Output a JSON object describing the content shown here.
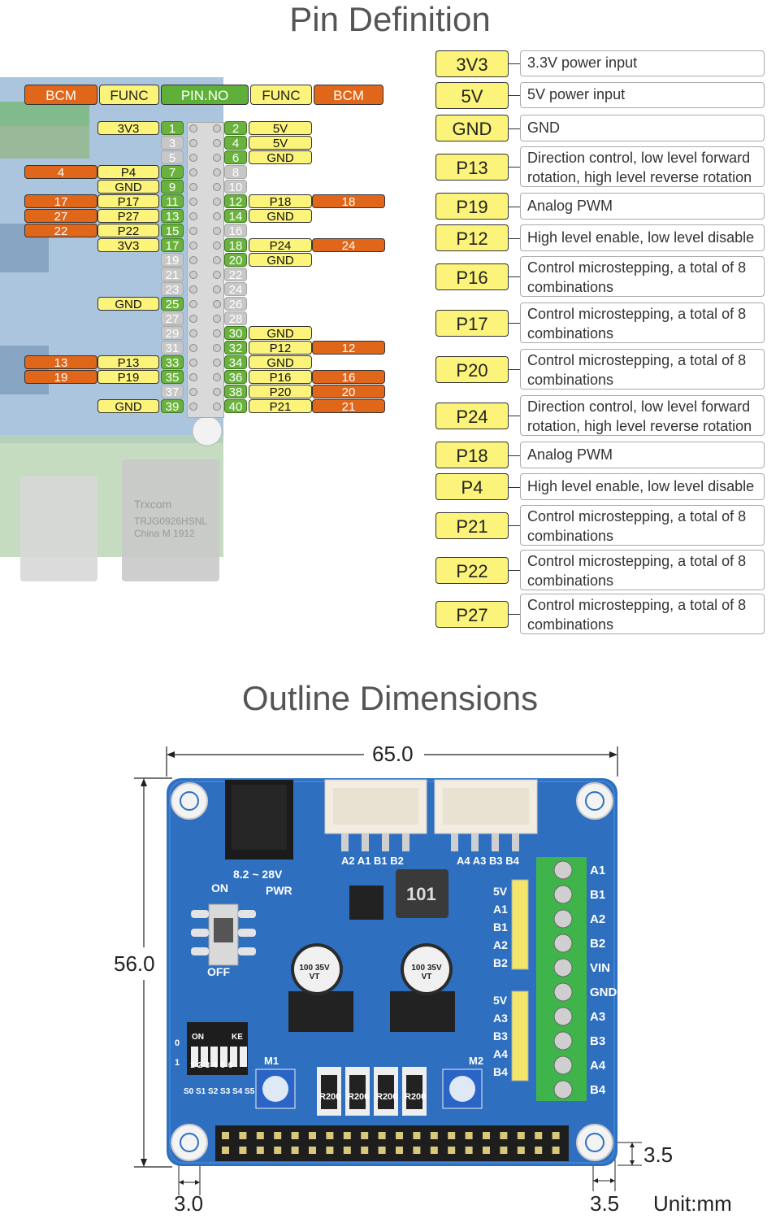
{
  "titles": {
    "pin_definition": "Pin Definition",
    "outline_dimensions": "Outline Dimensions"
  },
  "header": {
    "bcm_left": "BCM",
    "func_left": "FUNC",
    "pin_no": "PIN.NO",
    "func_right": "FUNC",
    "bcm_right": "BCM"
  },
  "pins_left": [
    {
      "pin": "1",
      "func": "3V3",
      "bcm": "",
      "active": true
    },
    {
      "pin": "3",
      "func": "",
      "bcm": "",
      "active": false
    },
    {
      "pin": "5",
      "func": "",
      "bcm": "",
      "active": false
    },
    {
      "pin": "7",
      "func": "P4",
      "bcm": "4",
      "active": true
    },
    {
      "pin": "9",
      "func": "GND",
      "bcm": "",
      "active": true
    },
    {
      "pin": "11",
      "func": "P17",
      "bcm": "17",
      "active": true
    },
    {
      "pin": "13",
      "func": "P27",
      "bcm": "27",
      "active": true
    },
    {
      "pin": "15",
      "func": "P22",
      "bcm": "22",
      "active": true
    },
    {
      "pin": "17",
      "func": "3V3",
      "bcm": "",
      "active": true
    },
    {
      "pin": "19",
      "func": "",
      "bcm": "",
      "active": false
    },
    {
      "pin": "21",
      "func": "",
      "bcm": "",
      "active": false
    },
    {
      "pin": "23",
      "func": "",
      "bcm": "",
      "active": false
    },
    {
      "pin": "25",
      "func": "GND",
      "bcm": "",
      "active": true
    },
    {
      "pin": "27",
      "func": "",
      "bcm": "",
      "active": false
    },
    {
      "pin": "29",
      "func": "",
      "bcm": "",
      "active": false
    },
    {
      "pin": "31",
      "func": "",
      "bcm": "",
      "active": false
    },
    {
      "pin": "33",
      "func": "P13",
      "bcm": "13",
      "active": true
    },
    {
      "pin": "35",
      "func": "P19",
      "bcm": "19",
      "active": true
    },
    {
      "pin": "37",
      "func": "",
      "bcm": "",
      "active": false
    },
    {
      "pin": "39",
      "func": "GND",
      "bcm": "",
      "active": true
    }
  ],
  "pins_right": [
    {
      "pin": "2",
      "func": "5V",
      "bcm": "",
      "active": true
    },
    {
      "pin": "4",
      "func": "5V",
      "bcm": "",
      "active": true
    },
    {
      "pin": "6",
      "func": "GND",
      "bcm": "",
      "active": true
    },
    {
      "pin": "8",
      "func": "",
      "bcm": "",
      "active": false
    },
    {
      "pin": "10",
      "func": "",
      "bcm": "",
      "active": false
    },
    {
      "pin": "12",
      "func": "P18",
      "bcm": "18",
      "active": true
    },
    {
      "pin": "14",
      "func": "GND",
      "bcm": "",
      "active": true
    },
    {
      "pin": "16",
      "func": "",
      "bcm": "",
      "active": false
    },
    {
      "pin": "18",
      "func": "P24",
      "bcm": "24",
      "active": true
    },
    {
      "pin": "20",
      "func": "GND",
      "bcm": "",
      "active": true
    },
    {
      "pin": "22",
      "func": "",
      "bcm": "",
      "active": false
    },
    {
      "pin": "24",
      "func": "",
      "bcm": "",
      "active": false
    },
    {
      "pin": "26",
      "func": "",
      "bcm": "",
      "active": false
    },
    {
      "pin": "28",
      "func": "",
      "bcm": "",
      "active": false
    },
    {
      "pin": "30",
      "func": "GND",
      "bcm": "",
      "active": true
    },
    {
      "pin": "32",
      "func": "P12",
      "bcm": "12",
      "active": true
    },
    {
      "pin": "34",
      "func": "GND",
      "bcm": "",
      "active": true
    },
    {
      "pin": "36",
      "func": "P16",
      "bcm": "16",
      "active": true
    },
    {
      "pin": "38",
      "func": "P20",
      "bcm": "20",
      "active": true
    },
    {
      "pin": "40",
      "func": "P21",
      "bcm": "21",
      "active": true
    }
  ],
  "legend": [
    {
      "name": "3V3",
      "desc": "3.3V power input"
    },
    {
      "name": "5V",
      "desc": "5V power input"
    },
    {
      "name": "GND",
      "desc": "GND"
    },
    {
      "name": "P13",
      "desc": "Direction control, low level forward rotation, high level reverse rotation"
    },
    {
      "name": "P19",
      "desc": "Analog PWM"
    },
    {
      "name": "P12",
      "desc": "High level enable, low level disable"
    },
    {
      "name": "P16",
      "desc": "Control microstepping, a total of 8 combinations"
    },
    {
      "name": "P17",
      "desc": "Control microstepping, a total of 8 combinations"
    },
    {
      "name": "P20",
      "desc": "Control microstepping, a total of 8 combinations"
    },
    {
      "name": "P24",
      "desc": "Direction control, low level forward rotation, high level reverse rotation"
    },
    {
      "name": "P18",
      "desc": "Analog PWM"
    },
    {
      "name": "P4",
      "desc": "High level enable, low level disable"
    },
    {
      "name": "P21",
      "desc": "Control microstepping, a total of 8 combinations"
    },
    {
      "name": "P22",
      "desc": "Control microstepping, a total of 8 combinations"
    },
    {
      "name": "P27",
      "desc": "Control microstepping, a total of 8 combinations"
    }
  ],
  "dimensions": {
    "width": "65.0",
    "height": "56.0",
    "hole_offset_right": "3.5",
    "hole_offset_bottom": "3.0",
    "hole_offset_bottom_right": "3.5",
    "unit": "Unit:mm"
  },
  "board_labels": {
    "power_range": "8.2 ~ 28V",
    "pwr": "PWR",
    "on": "ON",
    "off": "OFF",
    "m1": "M1",
    "m2": "M2",
    "motor1_header": "A2 A1 B1 B2",
    "motor2_header": "A4 A3 B3 B4",
    "dip_on": "ON",
    "dip_ke": "KE",
    "dip_0": "0",
    "dip_1": "1",
    "dip_nums": "1 2 3 4 5 6",
    "dip_bottom": "S0 S1 S2 S3 S4 S5",
    "cap_label": "100 35V VT",
    "inductor": "101",
    "resistor": "R200",
    "header1": [
      "5V",
      "A1",
      "B1",
      "A2",
      "B2"
    ],
    "header2": [
      "5V",
      "A3",
      "B3",
      "A4",
      "B4"
    ],
    "terminal": [
      "A1",
      "B1",
      "A2",
      "B2",
      "VIN",
      "GND",
      "A3",
      "B3",
      "A4",
      "B4"
    ]
  }
}
